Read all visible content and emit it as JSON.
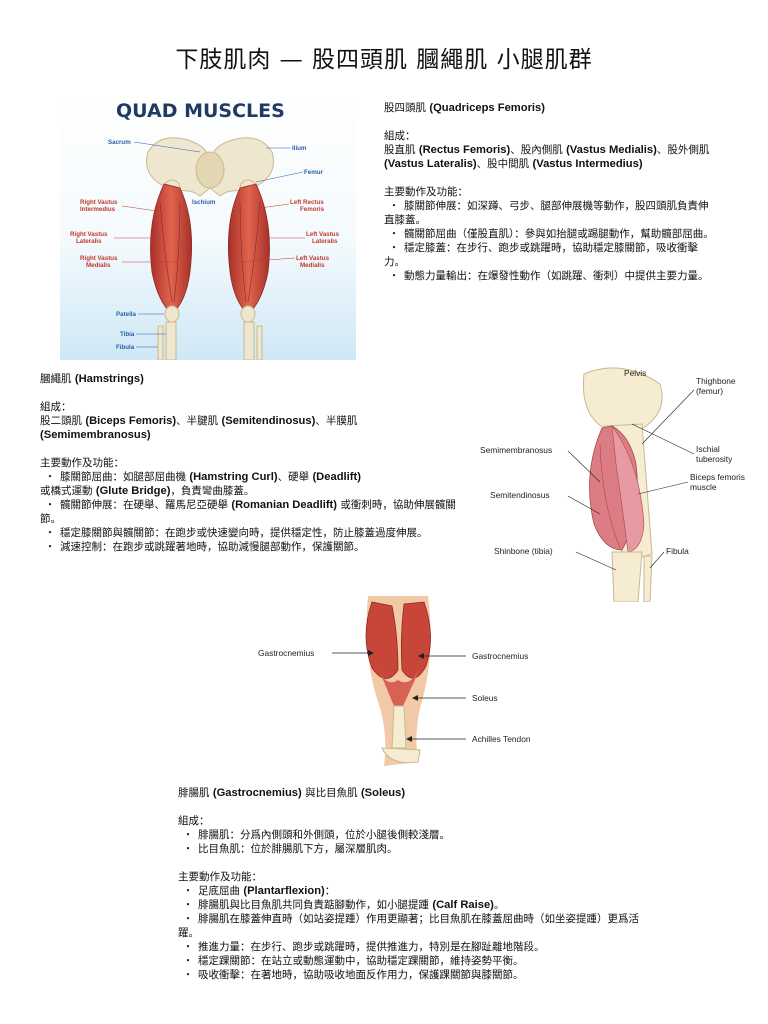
{
  "page_title": "下肢肌肉 — 股四頭肌 膕繩肌 小腿肌群",
  "quads": {
    "heading_zh": "股四頭肌 ",
    "heading_en": "(Quadriceps Femoris)",
    "composition_label": "組成：",
    "composition": [
      {
        "zh": "股直肌 ",
        "en": "(Rectus Femoris)"
      },
      {
        "zh": "、股內側肌 ",
        "en": "(Vastus Medialis)"
      },
      {
        "zh": "、股外側肌 ",
        "en": "(Vastus Lateralis)"
      },
      {
        "zh": "、股中間肌 ",
        "en": "(Vastus Intermedius)"
      }
    ],
    "functions_label": "主要動作及功能：",
    "functions": [
      "膝關節伸展：如深蹲、弓步、腿部伸展機等動作，股四頭肌負責伸直膝蓋。",
      "髖關節屈曲（僅股直肌）：參與如抬腿或踢腿動作，幫助髖部屈曲。",
      "穩定膝蓋：在步行、跑步或跳躍時，協助穩定膝關節，吸收衝擊力。",
      "動態力量輸出：在爆發性動作（如跳躍、衝刺）中提供主要力量。"
    ],
    "figure": {
      "title": "QUAD MUSCLES",
      "labels": {
        "sacrum": "Sacrum",
        "ilium": "Ilium",
        "femur": "Femur",
        "ischium": "Ischium",
        "right_vi": "Right Vastus Intermedius",
        "left_rf": "Left Rectus Femoris",
        "right_vl": "Right Vastus Lateralis",
        "left_vl": "Left Vastus Lateralis",
        "right_vm": "Right Vastus Medialis",
        "left_vm": "Left Vastus Medialis",
        "patella": "Patella",
        "tibia": "Tibia",
        "fibula": "Fibula"
      }
    }
  },
  "hams": {
    "heading_zh": "膕繩肌 ",
    "heading_en": "(Hamstrings)",
    "composition_label": "組成：",
    "comp_1_zh": "股二頭肌 ",
    "comp_1_en": "(Biceps Femoris)",
    "comp_2_zh": "、半腱肌 ",
    "comp_2_en": "(Semitendinosus)",
    "comp_3_zh": "、半膜肌",
    "comp_3_en": "(Semimembranosus)",
    "functions_label": "主要動作及功能：",
    "f1_a": "膝關節屈曲：如腿部屈曲機 ",
    "f1_b": "(Hamstring Curl)",
    "f1_c": "、硬舉 ",
    "f1_d": "(Deadlift)",
    "f1_e": "或橋式運動 ",
    "f1_f": "(Glute Bridge)",
    "f1_g": "，負責彎曲膝蓋。",
    "f2_a": "髖關節伸展：在硬舉、羅馬尼亞硬舉 ",
    "f2_b": "(Romanian Deadlift)",
    "f2_c": " 或衝刺時，協助伸展髖關節。",
    "f3": "穩定膝關節與髖關節：在跑步或快速變向時，提供穩定性，防止膝蓋過度伸展。",
    "f4": "減速控制：在跑步或跳躍著地時，協助減慢腿部動作，保護關節。",
    "figure": {
      "labels": {
        "pelvis": "Pelvis",
        "thighbone": "Thighbone",
        "femur": "(femur)",
        "semimembranosus": "Semimembranosus",
        "ischial": "Ischial",
        "tuberosity": "tuberosity",
        "biceps1": "Biceps femoris",
        "biceps2": "muscle",
        "semitendinosus": "Semitendinosus",
        "shinbone": "Shinbone (tibia)",
        "fibula": "Fibula"
      }
    }
  },
  "calf": {
    "heading_zh": "腓腸肌 ",
    "heading_en1": "(Gastrocnemius)",
    "heading_mid": " 與比目魚肌 ",
    "heading_en2": "(Soleus)",
    "composition_label": "組成：",
    "composition": [
      "腓腸肌：分爲內側頭和外側頭，位於小腿後側較淺層。",
      "比目魚肌：位於腓腸肌下方，屬深層肌肉。"
    ],
    "functions_label": "主要動作及功能：",
    "f1_a": "足底屈曲 ",
    "f1_b": "(Plantarflexion)",
    "f1_c": "：",
    "f1_sub1_a": "腓腸肌與比目魚肌共同負責踮腳動作，如小腿提踵 ",
    "f1_sub1_b": "(Calf Raise)",
    "f1_sub1_c": "。",
    "f1_sub2": "腓腸肌在膝蓋伸直時（如站姿提踵）作用更顯著；比目魚肌在膝蓋屈曲時（如坐姿提踵）更爲活躍。",
    "f2": "推進力量：在步行、跑步或跳躍時，提供推進力，特別是在腳趾離地階段。",
    "f3": "穩定踝關節：在站立或動態運動中，協助穩定踝關節，維持姿勢平衡。",
    "f4": "吸收衝擊：在著地時，協助吸收地面反作用力，保護踝關節與膝關節。",
    "figure": {
      "labels": {
        "gastro_left": "Gastrocnemius",
        "gastro_right": "Gastrocnemius",
        "soleus": "Soleus",
        "achilles": "Achilles Tendon"
      }
    }
  },
  "bullet": "・",
  "colors": {
    "muscle": "#c8453a",
    "muscle_dark": "#9e2b24",
    "bone": "#efe6cf",
    "bone_edge": "#c9b98e",
    "label_blue": "#2a5fa8",
    "label_red": "#c0392b",
    "title_navy": "#1f3b63",
    "figure_bg": "#dff1fa"
  }
}
